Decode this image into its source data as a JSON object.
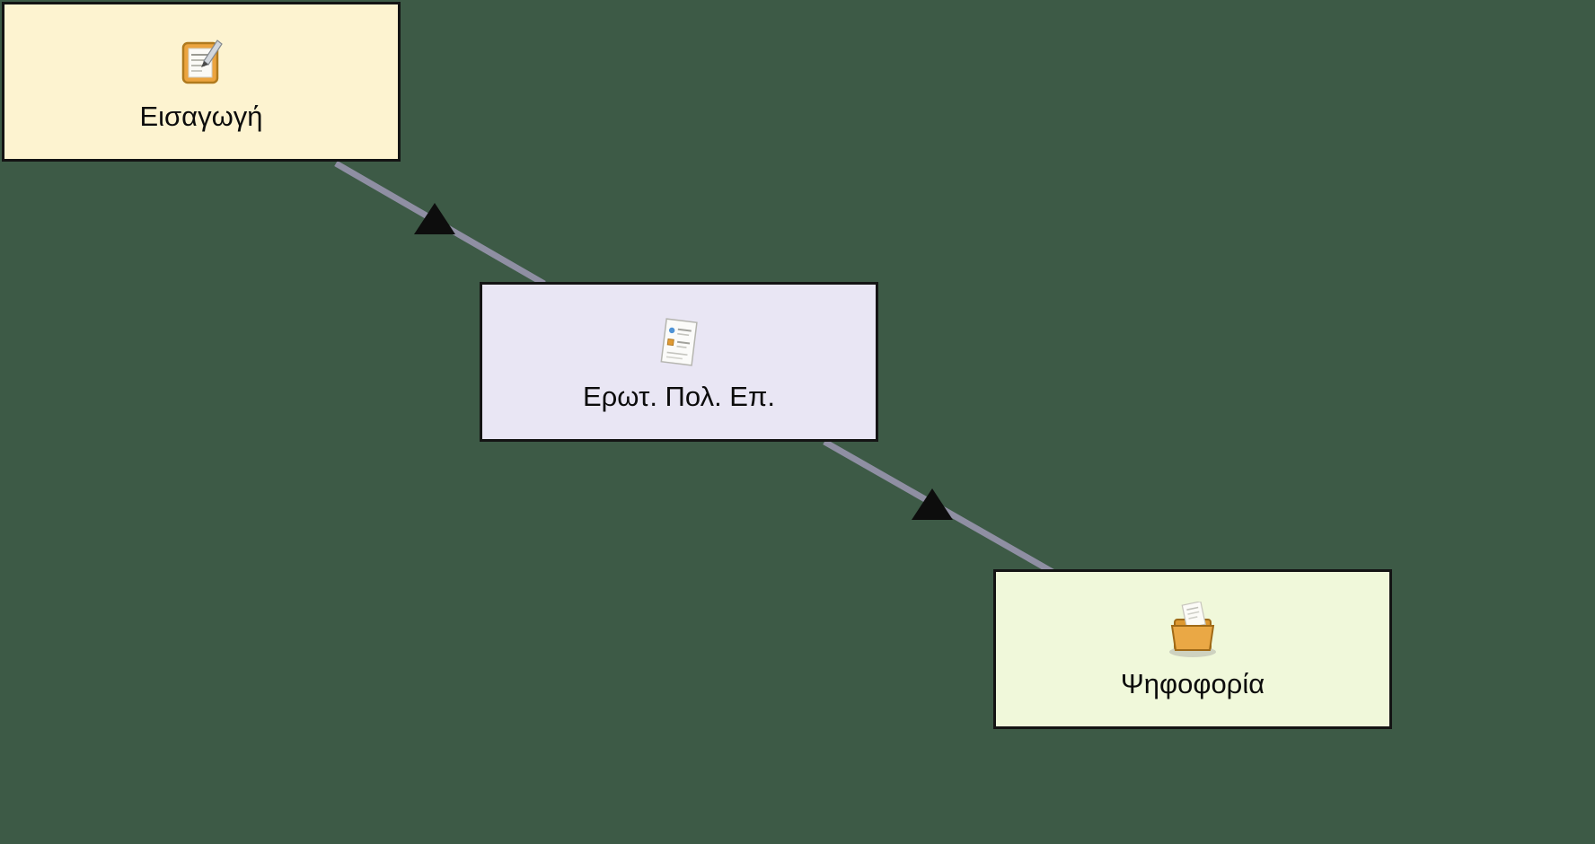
{
  "canvas": {
    "background_color": "#3d5a46"
  },
  "diagram": {
    "type": "activity-flow",
    "nodes": [
      {
        "id": "activity-1",
        "label": "Εισαγωγή",
        "icon": "noticeboard-icon",
        "background_color": "#fdf3d0"
      },
      {
        "id": "activity-2",
        "label": "Ερωτ. Πολ. Επ.",
        "icon": "multiple-choice-icon",
        "background_color": "#e9e6f4"
      },
      {
        "id": "activity-3",
        "label": "Ψηφοφορία",
        "icon": "voting-icon",
        "background_color": "#f0f8da"
      }
    ],
    "connections": [
      {
        "from": "activity-1",
        "to": "activity-2"
      },
      {
        "from": "activity-2",
        "to": "activity-3"
      }
    ],
    "style": {
      "node_border_color": "#141414",
      "line_color": "#8f8fa3",
      "arrow_color": "#0d0d0d"
    }
  }
}
